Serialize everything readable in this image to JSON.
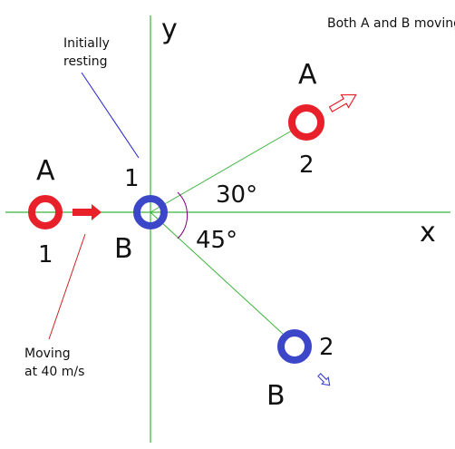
{
  "header_note": "Both A and B moving",
  "axes": {
    "x_label": "x",
    "y_label": "y"
  },
  "ball_a": {
    "name": "A",
    "state_1_label": "1",
    "state_2_label": "2",
    "color": "#e8202a"
  },
  "ball_b": {
    "name": "B",
    "state_1_label": "1",
    "state_2_label": "2",
    "color": "#3c46c8"
  },
  "angles": {
    "a_angle": "30°",
    "b_angle": "45°"
  },
  "annotations": {
    "resting_line1": "Initially",
    "resting_line2": "resting",
    "moving_line1": "Moving",
    "moving_line2": "at 40 m/s"
  },
  "colors": {
    "axis": "#3cb43c",
    "path": "#3cb43c",
    "arrow_red": "#e8202a",
    "arrow_blue": "#3c46c8",
    "pointer_blue": "#2222cc",
    "pointer_red": "#cc2222",
    "arc": "#800080"
  }
}
